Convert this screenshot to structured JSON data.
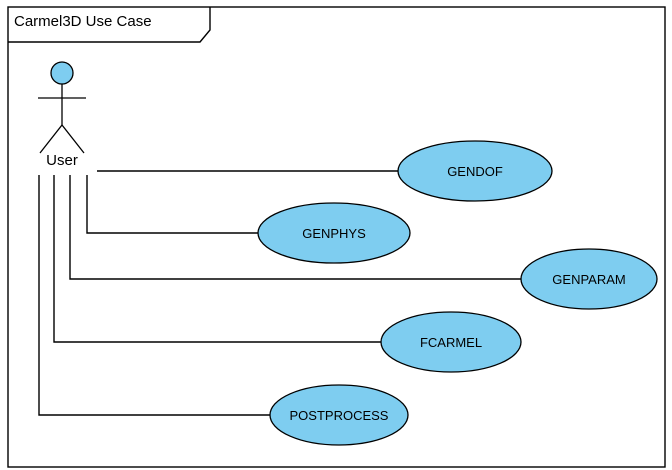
{
  "frame": {
    "title": "Carmel3D Use Case"
  },
  "actor": {
    "label": "User"
  },
  "use_cases": [
    {
      "label": "GENDOF"
    },
    {
      "label": "GENPHYS"
    },
    {
      "label": "GENPARAM"
    },
    {
      "label": "FCARMEL"
    },
    {
      "label": "POSTPROCESS"
    }
  ],
  "colors": {
    "use_case_fill": "#7ecdf0",
    "stroke": "#000000",
    "background": "#ffffff"
  }
}
